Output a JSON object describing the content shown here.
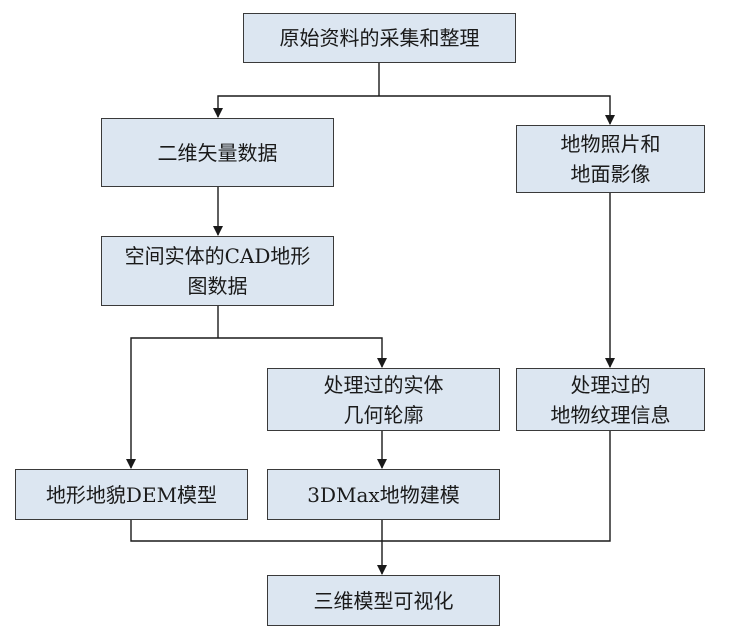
{
  "nodes": {
    "source": {
      "lines": [
        "原始资料的采集和整理"
      ]
    },
    "vector": {
      "lines": [
        "二维矢量数据"
      ]
    },
    "photo": {
      "lines": [
        "地物照片和",
        "地面影像"
      ]
    },
    "cad": {
      "lines": [
        "空间实体的CAD地形",
        "图数据"
      ]
    },
    "outline": {
      "lines": [
        "处理过的实体",
        "几何轮廓"
      ]
    },
    "texture": {
      "lines": [
        "处理过的",
        "地物纹理信息"
      ]
    },
    "dem": {
      "lines": [
        "地形地貌DEM模型"
      ]
    },
    "max3d": {
      "lines": [
        "3DMax地物建模"
      ]
    },
    "visual": {
      "lines": [
        "三维模型可视化"
      ]
    }
  },
  "colors": {
    "box_fill": "#dce6f1",
    "box_border": "#3a3a3a",
    "line": "#1a1a1a"
  }
}
